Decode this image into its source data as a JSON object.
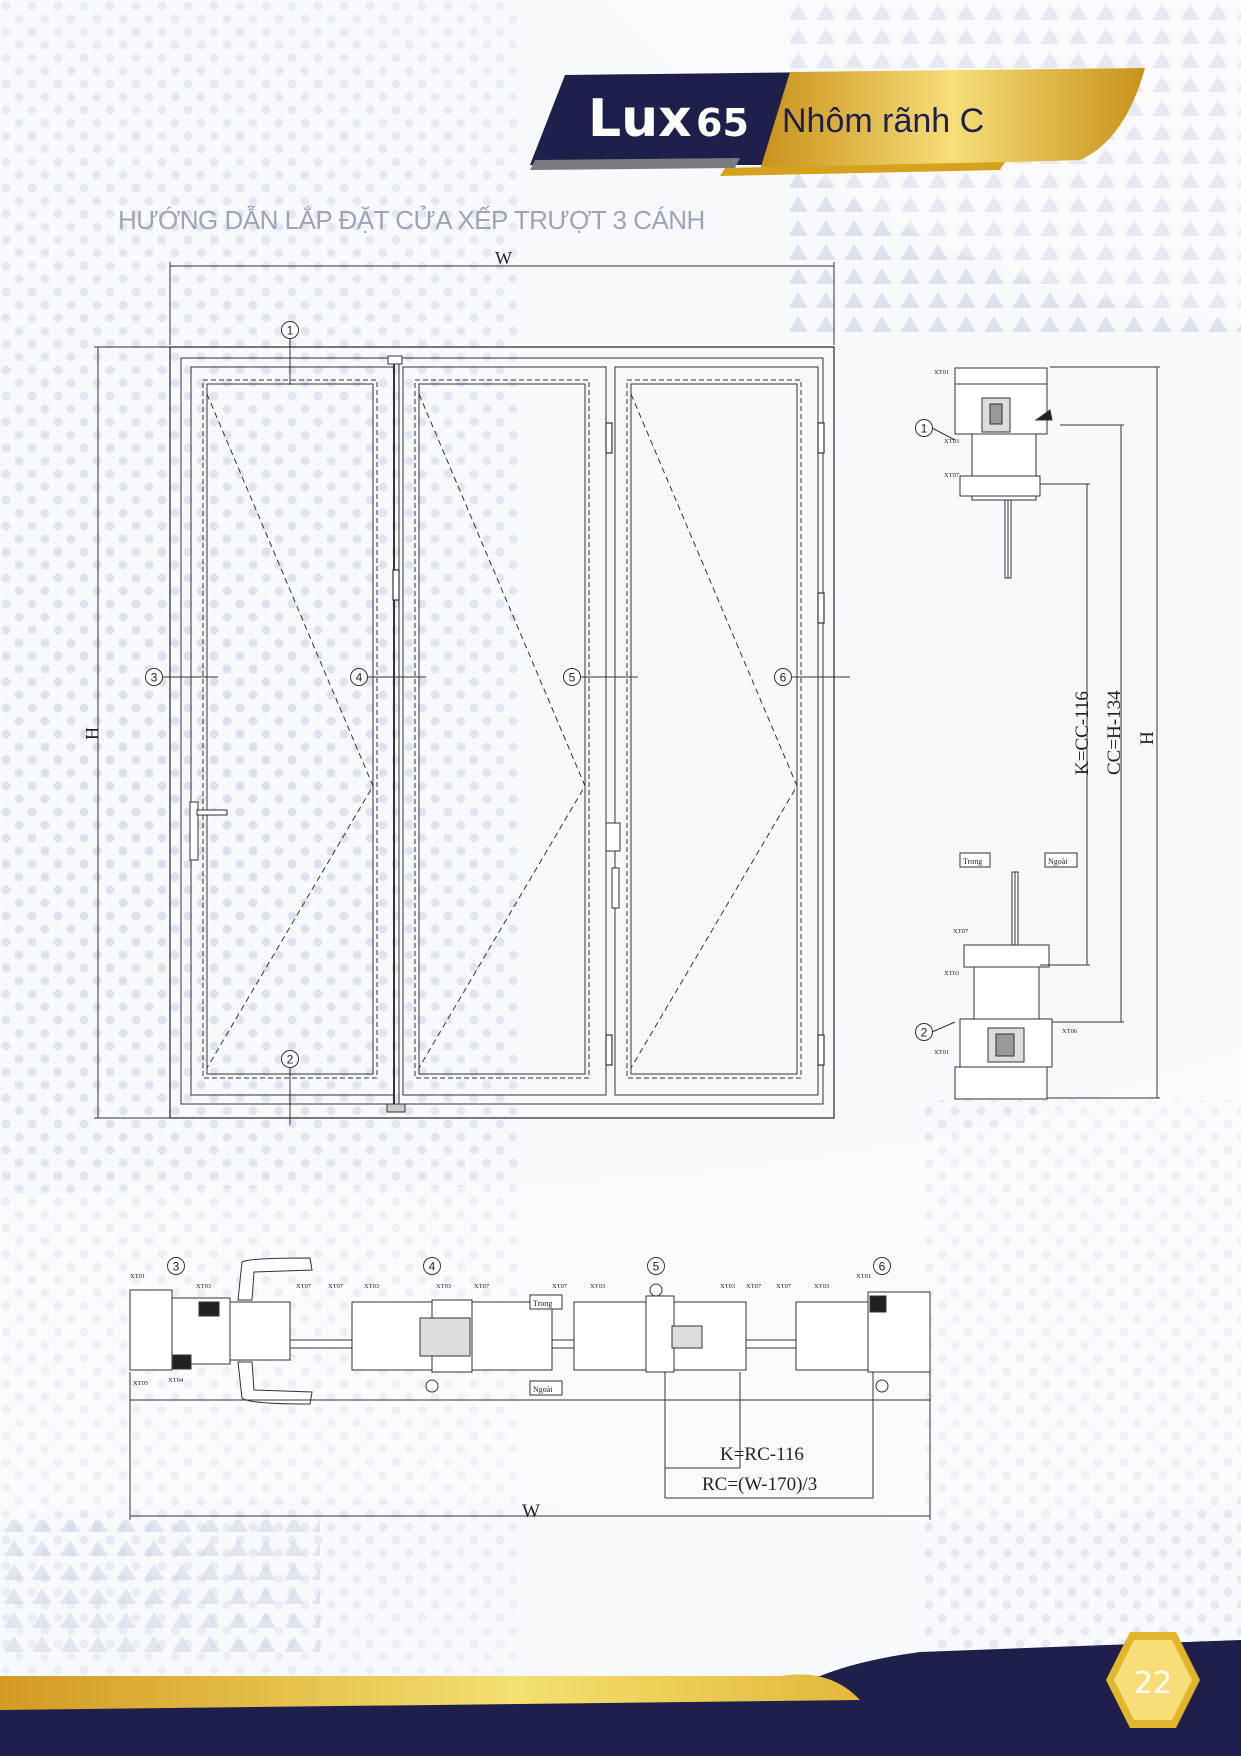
{
  "brand": {
    "logo_text": "Lux 65",
    "logo_word": "Lux",
    "logo_num": "65",
    "subtitle": "Nhôm rãnh C"
  },
  "page_title": "HƯỚNG DẪN LẮP ĐẶT CỬA XẾP TRƯỢT 3 CÁNH",
  "page_number": "22",
  "elevation": {
    "width_label": "W",
    "height_label": "H",
    "markers": [
      "1",
      "2",
      "3",
      "4",
      "5",
      "6"
    ]
  },
  "vertical_section": {
    "markers": [
      "1",
      "2"
    ],
    "inside_label": "Trong",
    "outside_label": "Ngoài",
    "formula_k": "K=CC-116",
    "formula_cc": "CC=H-134",
    "height_label": "H",
    "parts": [
      "XT01",
      "XT03",
      "XT07",
      "XT07",
      "XT03",
      "XT06",
      "XT01"
    ]
  },
  "horizontal_section": {
    "markers": [
      "3",
      "4",
      "5",
      "6"
    ],
    "inside_label": "Trong",
    "outside_label": "Ngoài",
    "formula_k": "K=RC-116",
    "formula_rc": "RC=(W-170)/3",
    "width_label": "W",
    "parts": [
      "XT01",
      "XT03",
      "XT07",
      "XT07",
      "XT03",
      "XT03",
      "XT07",
      "XT07",
      "XT03",
      "XT03",
      "XT07",
      "XT07",
      "XT03",
      "XT01",
      "XT05",
      "XT04"
    ]
  },
  "colors": {
    "navy": "#1e1f4b",
    "gold": "#d4a21c",
    "gold_light": "#f4dd7a",
    "line": "#333333",
    "dot": "#c9cfdf"
  }
}
